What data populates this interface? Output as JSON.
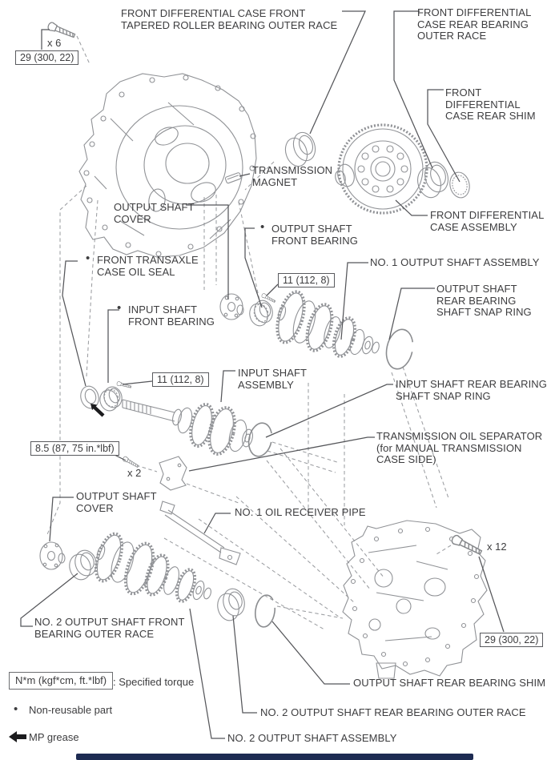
{
  "colors": {
    "background": "#ffffff",
    "line_art": "#909296",
    "leader": "#55565a",
    "dashed": "#9b9da1",
    "text": "#3d3d3f",
    "marker_black": "#1c1c1e",
    "footer_bar": "#1d2b52"
  },
  "part_labels": [
    {
      "id": "front-diff-case-front-tapered-roller-bearing-outer-race",
      "text": "FRONT DIFFERENTIAL CASE FRONT\nTAPERED ROLLER BEARING OUTER RACE"
    },
    {
      "id": "front-diff-case-rear-bearing-outer-race",
      "text": "FRONT DIFFERENTIAL\nCASE REAR BEARING\nOUTER RACE"
    },
    {
      "id": "front-diff-case-rear-shim",
      "text": "FRONT\nDIFFERENTIAL\nCASE REAR SHIM"
    },
    {
      "id": "transmission-magnet",
      "text": "TRANSMISSION\nMAGNET"
    },
    {
      "id": "front-diff-case-assembly",
      "text": "FRONT DIFFERENTIAL\nCASE ASSEMBLY"
    },
    {
      "id": "output-shaft-cover-upper",
      "text": "OUTPUT SHAFT\nCOVER"
    },
    {
      "id": "output-shaft-front-bearing",
      "text": "OUTPUT SHAFT\nFRONT BEARING",
      "bullet": "•"
    },
    {
      "id": "front-transaxle-case-oil-seal",
      "text": "FRONT TRANSAXLE\nCASE OIL SEAL",
      "bullet": "•"
    },
    {
      "id": "no1-output-shaft-assembly",
      "text": "NO. 1 OUTPUT SHAFT ASSEMBLY"
    },
    {
      "id": "input-shaft-front-bearing",
      "text": "INPUT SHAFT\nFRONT BEARING",
      "bullet": "•"
    },
    {
      "id": "output-shaft-rear-bearing-shaft-snap-ring",
      "text": "OUTPUT SHAFT\nREAR BEARING\nSHAFT SNAP RING"
    },
    {
      "id": "input-shaft-assembly",
      "text": "INPUT SHAFT\nASSEMBLY"
    },
    {
      "id": "input-shaft-rear-bearing-shaft-snap-ring",
      "text": "INPUT SHAFT REAR BEARING\nSHAFT SNAP RING"
    },
    {
      "id": "transmission-oil-separator",
      "text": "TRANSMISSION OIL SEPARATOR\n(for MANUAL TRANSMISSION\nCASE SIDE)"
    },
    {
      "id": "output-shaft-cover-lower",
      "text": "OUTPUT SHAFT\nCOVER"
    },
    {
      "id": "no1-oil-receiver-pipe",
      "text": "NO. 1 OIL RECEIVER PIPE"
    },
    {
      "id": "no2-output-shaft-front-bearing-outer-race",
      "text": "NO. 2 OUTPUT SHAFT FRONT\nBEARING OUTER RACE"
    },
    {
      "id": "output-shaft-rear-bearing-shim",
      "text": "OUTPUT SHAFT REAR BEARING SHIM"
    },
    {
      "id": "no2-output-shaft-rear-bearing-outer-race",
      "text": "NO. 2 OUTPUT SHAFT REAR BEARING OUTER RACE"
    },
    {
      "id": "no2-output-shaft-assembly",
      "text": "NO. 2 OUTPUT SHAFT ASSEMBLY"
    }
  ],
  "torque_specs": [
    {
      "id": "case-bolt-x6-torque",
      "value": "29 (300, 22)"
    },
    {
      "id": "output-front-bearing-bolt-torque",
      "value": "11 (112, 8)"
    },
    {
      "id": "input-front-bearing-bolt-torque",
      "value": "11 (112, 8)"
    },
    {
      "id": "oil-separator-bolt-torque",
      "value": "8.5 (87, 75 in.*lbf)"
    },
    {
      "id": "mt-case-bolt-x12-torque",
      "value": "29 (300, 22)"
    }
  ],
  "quantity_markers": [
    {
      "id": "bolt-count-top-left",
      "value": "x 6"
    },
    {
      "id": "bolt-count-separator",
      "value": "x 2"
    },
    {
      "id": "bolt-count-case",
      "value": "x 12"
    }
  ],
  "legend": {
    "torque_box": "N*m (kgf*cm, ft.*lbf)",
    "torque_label": ": Specified torque",
    "bullet": "•",
    "non_reusable": "Non-reusable part",
    "mp_grease": "MP grease"
  }
}
